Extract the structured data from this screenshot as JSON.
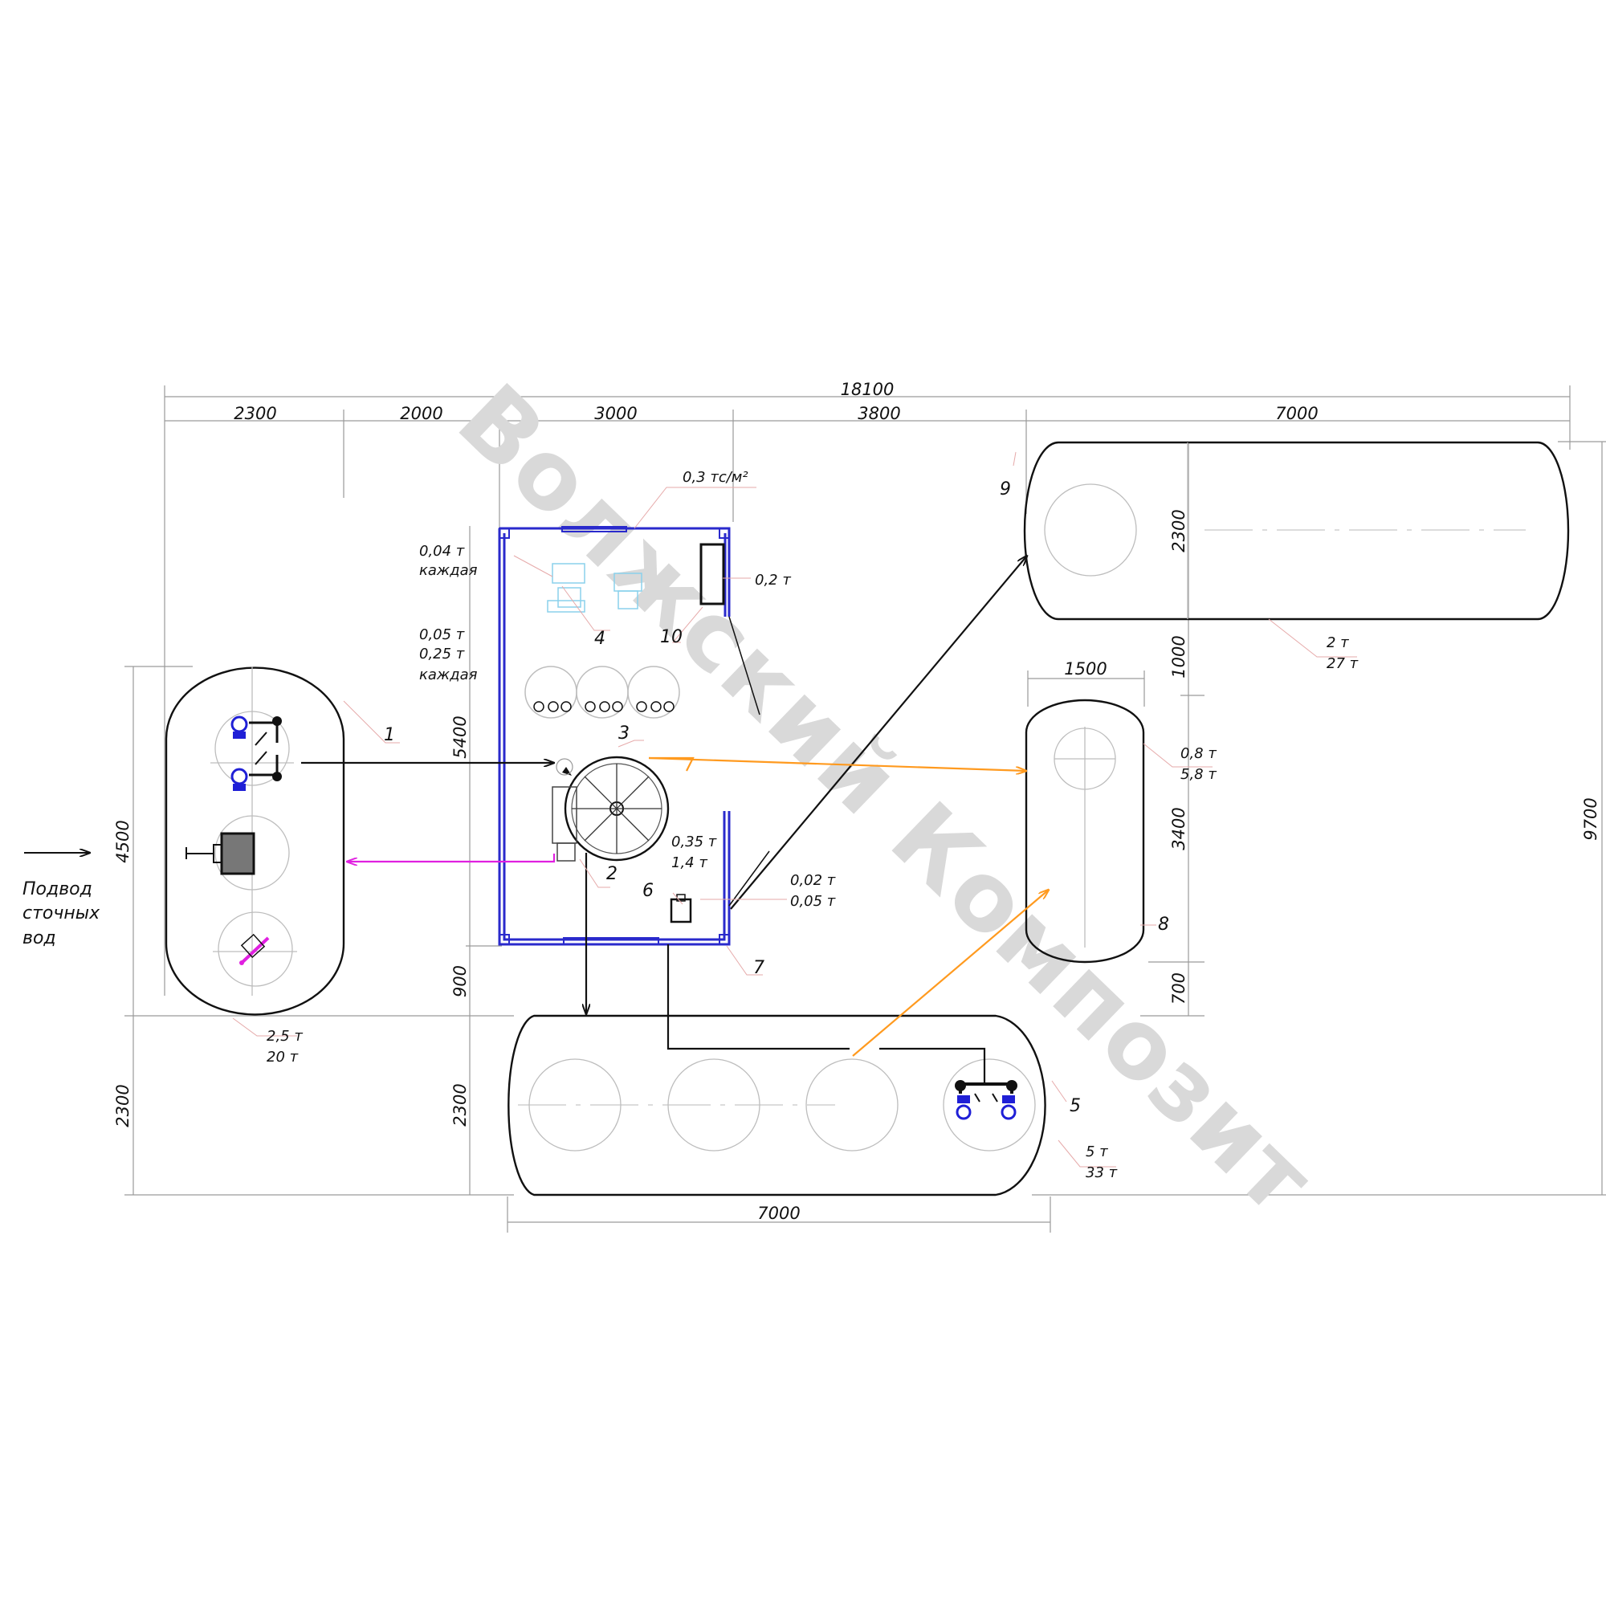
{
  "dimensions": {
    "overall": "18100",
    "top": [
      "2300",
      "2000",
      "3000",
      "3800",
      "7000"
    ],
    "left_tank_height": "4500",
    "gap_left": "2300",
    "room_height": "5400",
    "room_bottom_gap": "900",
    "bottom_tank_height": "2300",
    "bottom_tank_length": "7000",
    "tank9_height": "2300",
    "gap_9_8": "1000",
    "tank8_width": "1500",
    "tank8_height": "3400",
    "tank8_bottom_gap": "700",
    "right_total": "9700"
  },
  "positions": {
    "p1": "1",
    "p2": "2",
    "p3": "3",
    "p4": "4",
    "p5": "5",
    "p6": "6",
    "p7": "7",
    "p8": "8",
    "p9": "9",
    "p10": "10"
  },
  "loads": {
    "floor": "0,3 тс/м²",
    "p4_a": "0,04 т",
    "p4_b": "каждая",
    "p3_a": "0,05 т",
    "p3_b": "0,25 т",
    "p3_c": "каждая",
    "p10": "0,2 т",
    "p2_a": "0,35 т",
    "p2_b": "1,4 т",
    "p6_a": "0,02 т",
    "p6_b": "0,05 т",
    "p1_a": "2,5 т",
    "p1_b": "20 т",
    "p5_a": "5 т",
    "p5_b": "33 т",
    "p9_a": "2 т",
    "p9_b": "27 т",
    "p8_a": "0,8 т",
    "p8_b": "5,8 т"
  },
  "inlet": [
    "Подвод",
    "сточных",
    "вод"
  ],
  "watermark": "Волжский Композит",
  "colors": {
    "wall": "#2a2acc",
    "flow_main": "#111111",
    "flow_sludge": "#ff9a1f",
    "flow_return": "#e020e0",
    "pump": "#1f1fd6"
  },
  "icons": [
    "pump-icon",
    "mixer-icon",
    "dosing-pump-icon",
    "filter-icon",
    "blower-icon"
  ]
}
